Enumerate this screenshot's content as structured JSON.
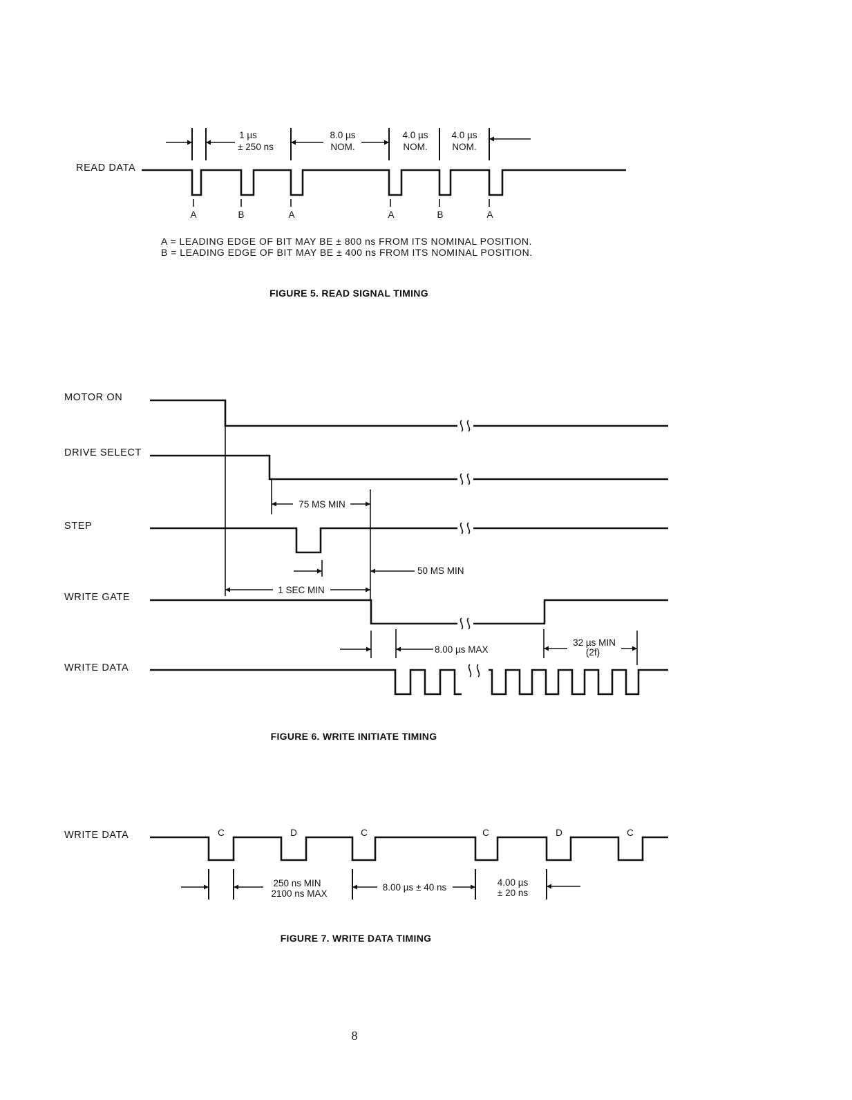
{
  "figure5": {
    "signal": "READ DATA",
    "dims": {
      "d1": [
        "1 µs",
        "± 250 ns"
      ],
      "d2": [
        "8.0 µs",
        "NOM."
      ],
      "d3": [
        "4.0 µs",
        "NOM."
      ],
      "d4": [
        "4.0 µs",
        "NOM."
      ]
    },
    "pulse_labels": [
      "A",
      "B",
      "A",
      "A",
      "B",
      "A"
    ],
    "notes": [
      "A = LEADING EDGE OF BIT MAY BE ± 800 ns FROM ITS NOMINAL POSITION.",
      "B = LEADING EDGE OF BIT MAY BE ± 400 ns FROM ITS NOMINAL POSITION."
    ],
    "caption": "FIGURE 5.  READ SIGNAL TIMING"
  },
  "figure6": {
    "signals": [
      "MOTOR ON",
      "DRIVE SELECT",
      "STEP",
      "WRITE GATE",
      "WRITE DATA"
    ],
    "dims": {
      "ms75": "75 MS MIN",
      "ms50": "50 MS MIN",
      "sec1": "1 SEC MIN",
      "us8": "8.00 µs MAX",
      "us32": [
        "32 µs MIN",
        "(2f)"
      ]
    },
    "caption": "FIGURE 6.  WRITE INITIATE TIMING"
  },
  "figure7": {
    "signal": "WRITE DATA",
    "pulse_labels": [
      "C",
      "D",
      "C",
      "C",
      "D",
      "C"
    ],
    "dims": {
      "d1": [
        "250 ns MIN",
        "2100 ns MAX"
      ],
      "d2": "8.00 µs ± 40 ns",
      "d3": [
        "4.00 µs",
        "± 20 ns"
      ]
    },
    "caption": "FIGURE 7.  WRITE DATA TIMING"
  },
  "page_number": "8"
}
